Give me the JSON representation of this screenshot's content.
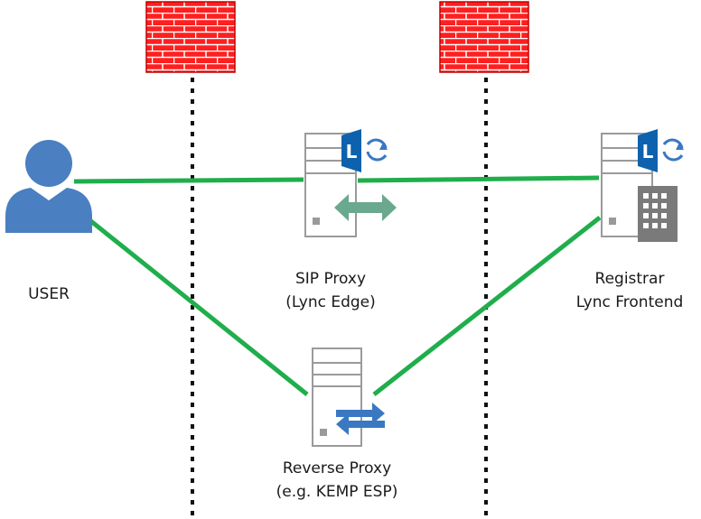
{
  "nodes": {
    "user": {
      "label": "USER"
    },
    "sip_proxy": {
      "line1": "SIP Proxy",
      "line2": "(Lync Edge)"
    },
    "registrar": {
      "line1": "Registrar",
      "line2": "Lync Frontend"
    },
    "reverse_proxy": {
      "line1": "Reverse Proxy",
      "line2": "(e.g. KEMP ESP)"
    }
  },
  "icons": {
    "firewall": "firewall-icon",
    "user": "user-icon",
    "server": "server-icon",
    "lync": "lync-logo-icon",
    "double_arrow": "double-arrow-icon",
    "exchange_arrows": "exchange-arrows-icon",
    "building": "building-icon"
  },
  "colors": {
    "link": "#1fae4b",
    "firewall_brick": "#ff1f1f",
    "user": "#4a7fc1",
    "server_outline": "#9a9a9a",
    "lync_blue": "#0e62ad",
    "double_arrow": "#6aa88f",
    "exchange_arrows": "#3a78c2",
    "building": "#7a7a7a"
  }
}
